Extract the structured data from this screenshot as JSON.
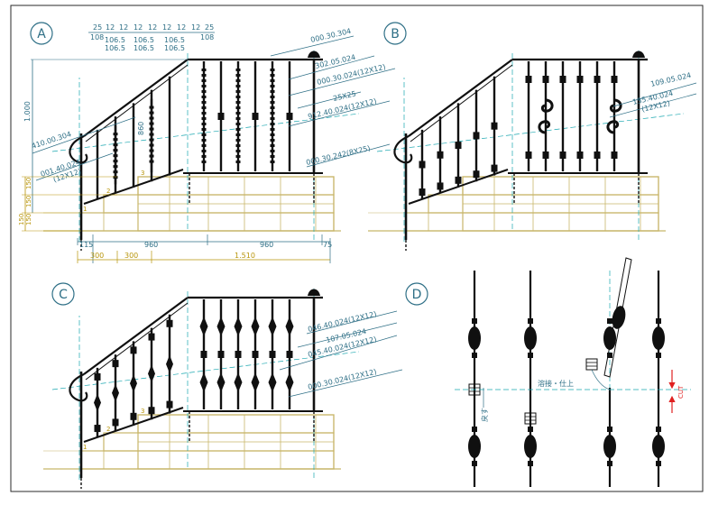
{
  "colors": {
    "border": "#2a2a2a",
    "annotation": "#2e6f86",
    "teal": "#1aa7b0",
    "stone": "#c8b66a",
    "dim_gold": "#b8950a",
    "iron": "#101010",
    "red": "#e02020"
  },
  "panels": {
    "a": {
      "letter": "A",
      "top_dims": {
        "row1": [
          "25",
          "12",
          "12",
          "12",
          "12",
          "12",
          "12",
          "12",
          "25"
        ],
        "row2": [
          "108",
          "106.5",
          "106.5",
          "106.5",
          "108"
        ],
        "row3": [
          "106.5",
          "106.5",
          "106.5"
        ]
      },
      "callouts": [
        "000.30.304",
        "302.05.024",
        "000.30.024(12X12)",
        "25X25",
        "912.40.024(12X12)",
        "000.30.242(8X25)"
      ],
      "left_callout1": "410.00.304",
      "left_callout2": "001.40.024",
      "left_callout2_sub": "(12X12)",
      "height_label": "1.000",
      "post_label": "860",
      "step_labels": [
        "1",
        "2",
        "3"
      ],
      "side_dims": [
        "150",
        "150",
        "150",
        "150"
      ],
      "bottom_dims1": [
        "115",
        "960",
        "960",
        "75"
      ],
      "bottom_dims2": [
        "300",
        "300",
        "1.510"
      ]
    },
    "b": {
      "letter": "B",
      "callout1": "109.05.024",
      "callout2": "135.40.024",
      "callout2_sub": "(12X12)"
    },
    "c": {
      "letter": "C",
      "callouts": [
        "046.40.024(12X12)",
        "107.05.024",
        "045.40.024(12X12)",
        "000.30.024(12X12)"
      ],
      "step_labels": [
        "1",
        "2",
        "3"
      ]
    },
    "d": {
      "letter": "D",
      "weld_label": "溶接・仕上",
      "return_label": "戻す",
      "cut_label": "CUT"
    }
  }
}
